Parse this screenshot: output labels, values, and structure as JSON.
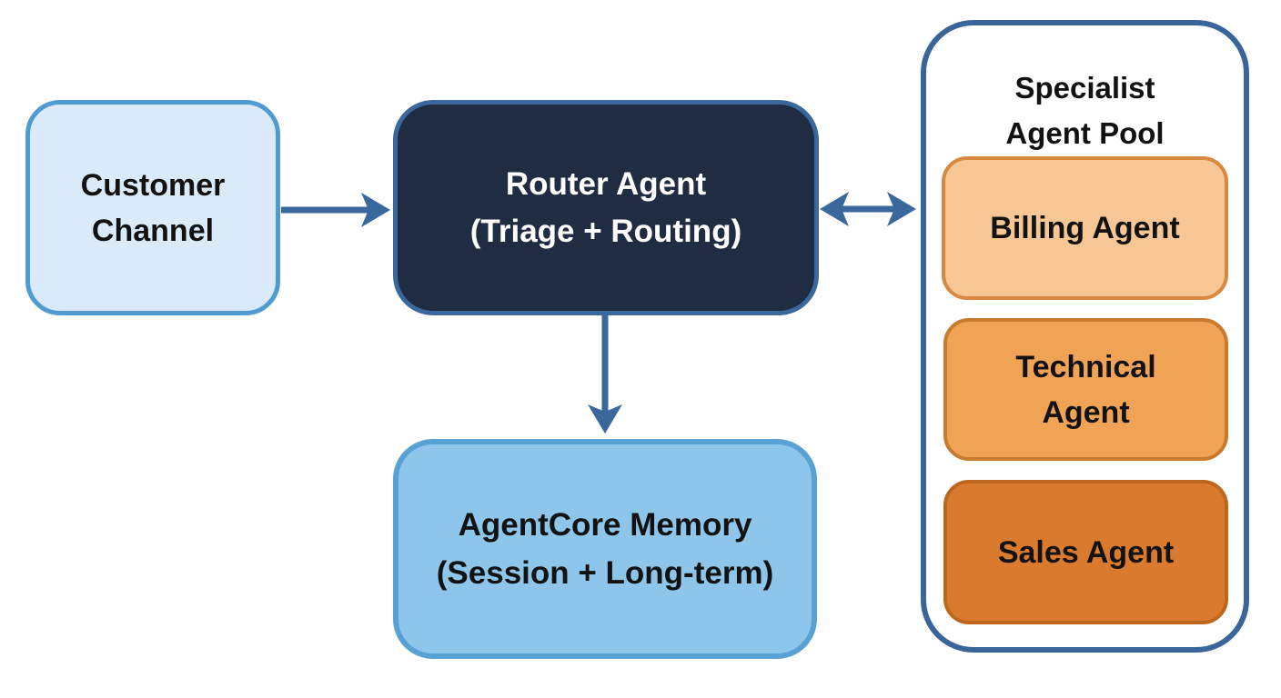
{
  "diagram": {
    "nodes": {
      "customer_channel": {
        "label": "Customer\nChannel"
      },
      "router_agent": {
        "label": "Router Agent\n(Triage + Routing)"
      },
      "agentcore_memory": {
        "label": "AgentCore Memory\n(Session + Long-term)"
      },
      "specialist_pool": {
        "title": "Specialist\nAgent Pool",
        "agents": [
          {
            "label": "Billing Agent"
          },
          {
            "label": "Technical\nAgent"
          },
          {
            "label": "Sales Agent"
          }
        ]
      }
    },
    "edges": [
      {
        "from": "customer_channel",
        "to": "router_agent",
        "direction": "one-way"
      },
      {
        "from": "router_agent",
        "to": "specialist_pool",
        "direction": "two-way"
      },
      {
        "from": "router_agent",
        "to": "agentcore_memory",
        "direction": "one-way"
      }
    ]
  },
  "colors": {
    "canvas-bg": "#ffffff",
    "customer-fill": "#daeaf8",
    "customer-border": "#4f9bd1",
    "router-fill": "#1f2c42",
    "router-border": "#3a679c",
    "memory-fill": "#8dc6ea",
    "memory-border": "#58a2d3",
    "pool-fill": "#ffffff",
    "pool-border": "#39659b",
    "billing-fill": "#f6c795",
    "billing-border": "#d8893f",
    "technical-fill": "#f0a355",
    "technical-border": "#c87a2f",
    "sales-fill": "#d97a2e",
    "sales-border": "#bc671d",
    "arrow": "#3a679c",
    "text-dark": "#121212",
    "text-light": "#ffffff"
  }
}
